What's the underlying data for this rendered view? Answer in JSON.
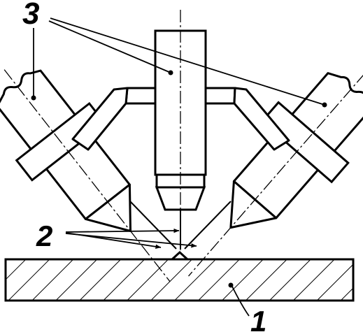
{
  "labels": {
    "guns": "3",
    "beam_tips": "2",
    "workpiece": "1"
  },
  "colors": {
    "ink": "#000000",
    "paper": "#ffffff"
  }
}
